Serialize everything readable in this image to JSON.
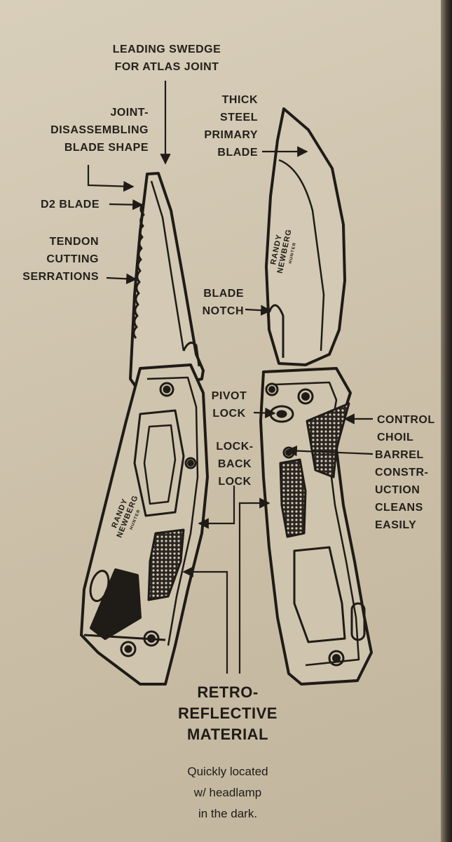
{
  "labels": {
    "leading_swedge": [
      "LEADING SWEDGE",
      "FOR ATLAS JOINT"
    ],
    "joint_disassembling": [
      "JOINT-",
      "DISASSEMBLING",
      "BLADE SHAPE"
    ],
    "d2_blade": [
      "D2 BLADE"
    ],
    "tendon": [
      "TENDON",
      "CUTTING",
      "SERRATIONS"
    ],
    "thick_steel": [
      "THICK",
      "STEEL",
      "PRIMARY",
      "BLADE"
    ],
    "blade_notch": [
      "BLADE",
      "NOTCH"
    ],
    "pivot_lock": [
      "PIVOT",
      "LOCK"
    ],
    "lock_back": [
      "LOCK-",
      "BACK",
      "LOCK"
    ],
    "control_choil": [
      "CONTROL",
      "CHOIL"
    ],
    "barrel": [
      "BARREL",
      "CONSTR-",
      "UCTION",
      "CLEANS",
      "EASILY"
    ]
  },
  "retro": {
    "title": [
      "RETRO-",
      "REFLECTIVE",
      "MATERIAL"
    ],
    "subtitle": [
      "Quickly located",
      "w/ headlamp",
      "in the dark."
    ]
  },
  "brand_left": [
    "RANDY",
    "NEWBERG",
    "HUNTER"
  ],
  "brand_right": [
    "RANDY",
    "NEWBERG",
    "HUNTER"
  ],
  "colors": {
    "background": "#d2c8b3",
    "ink": "#1f1b17",
    "handle_fill": "#cdc2ab"
  }
}
